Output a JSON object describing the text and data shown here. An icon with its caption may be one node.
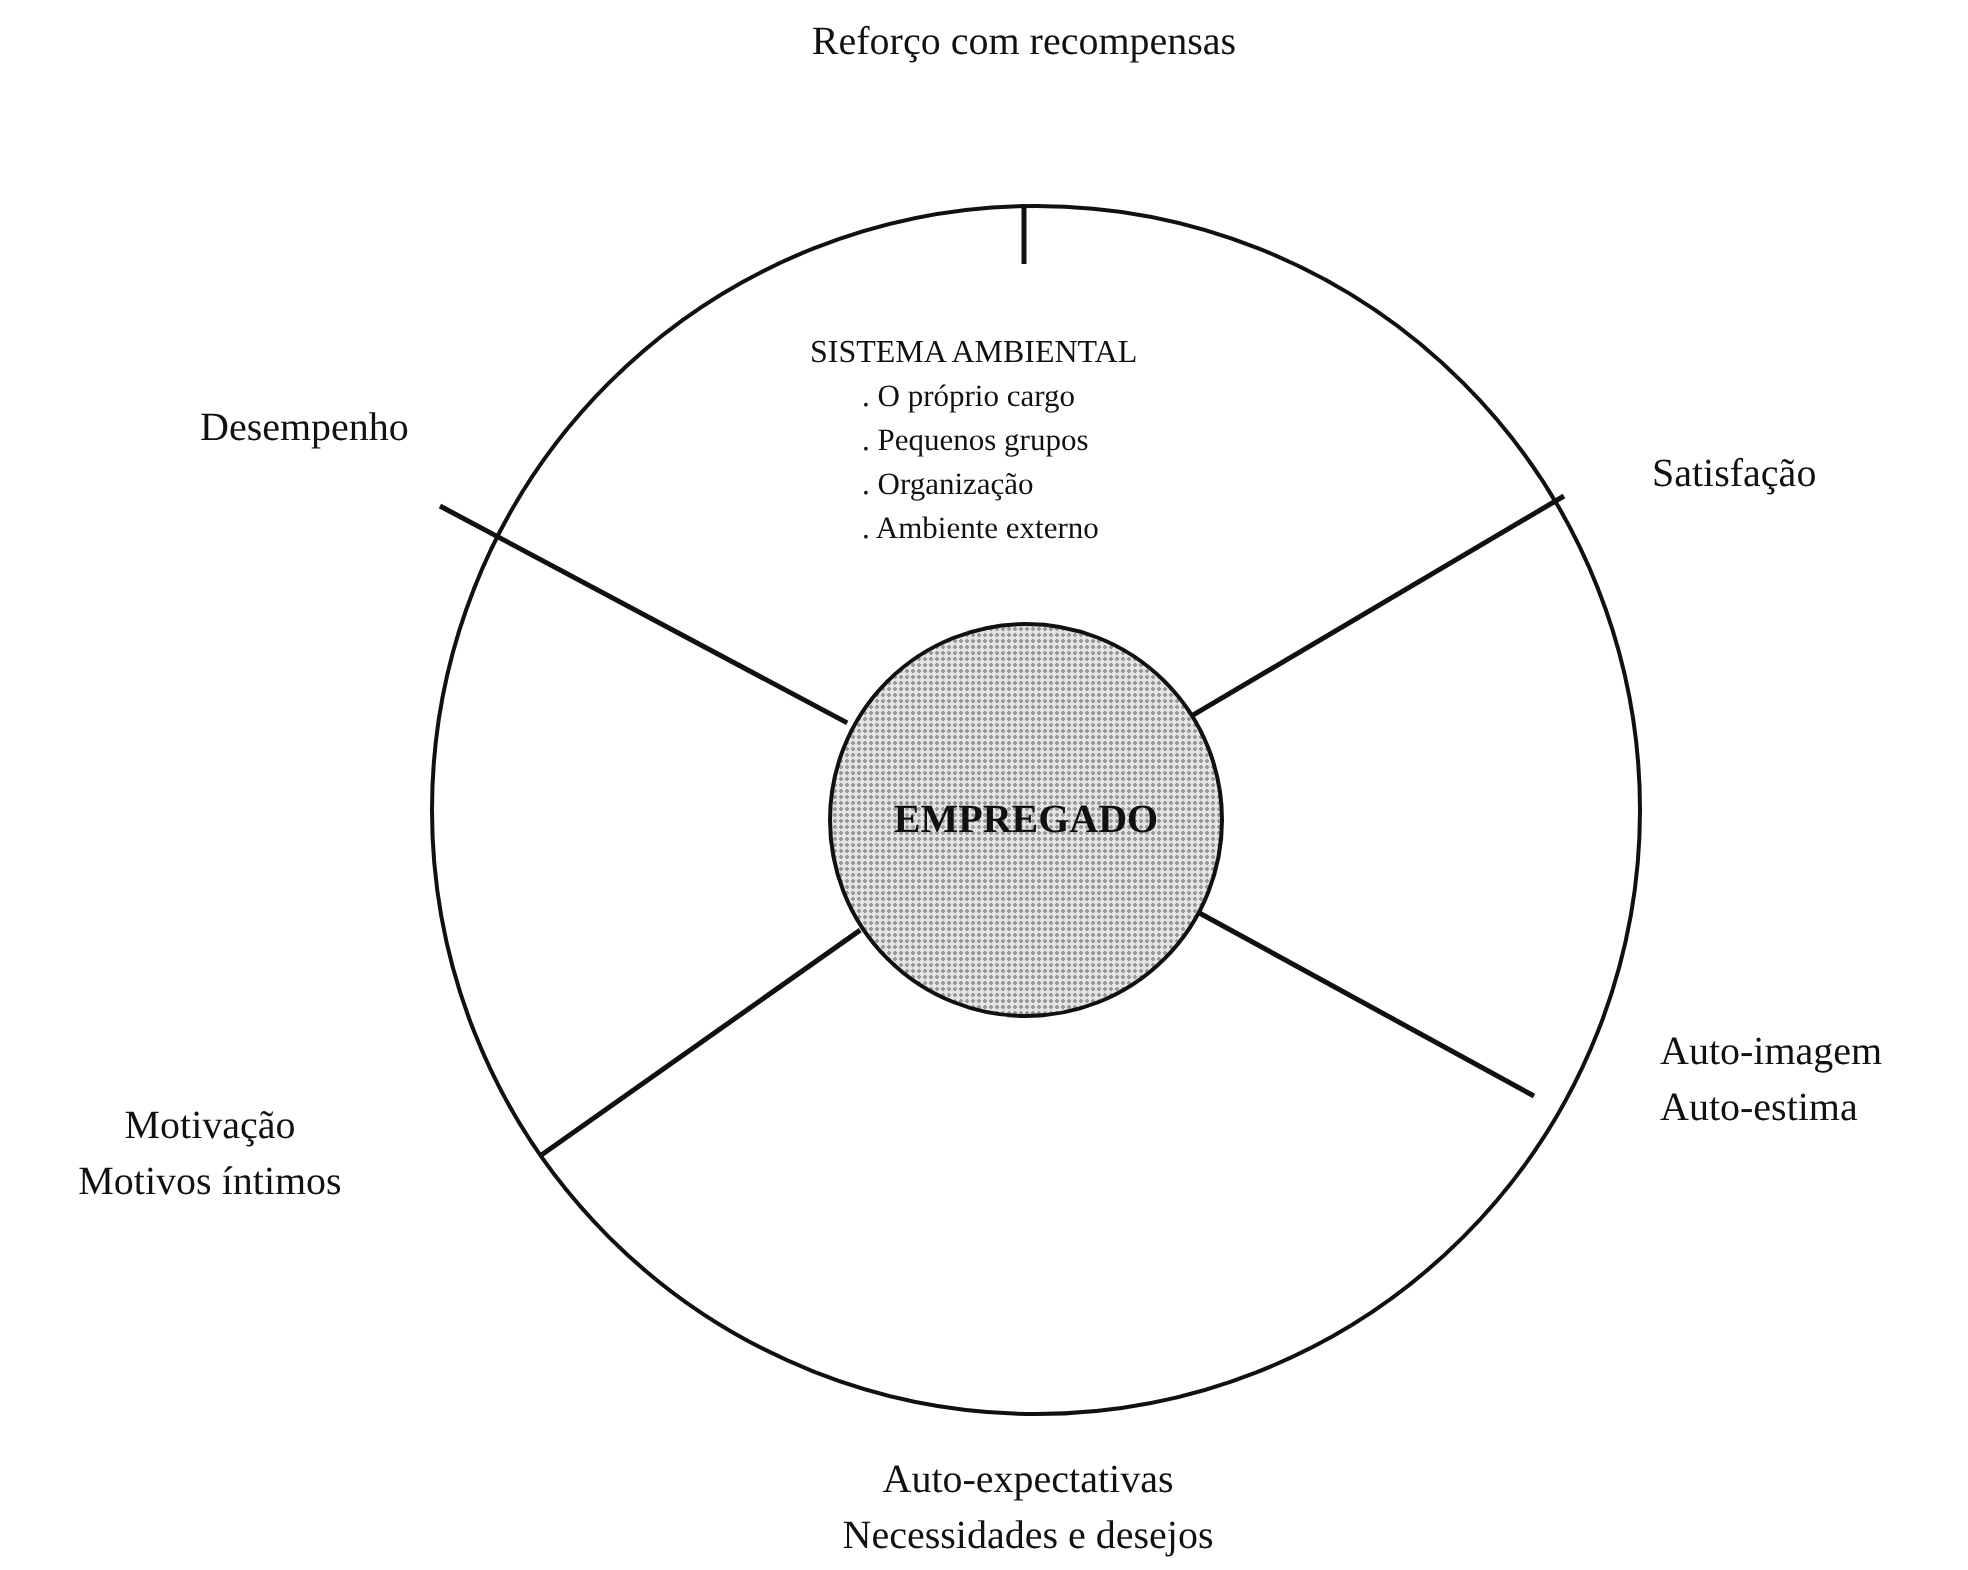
{
  "diagram": {
    "nodes": [
      {
        "text": [
          "SISTEMA AMBIENTAL",
          ". O próprio cargo",
          ". Pequenos grupos",
          ". Organização",
          ". Ambiente externo"
        ]
      },
      {
        "text": [
          "EMPREGADO"
        ],
        "in": 0
      }
    ],
    "labels": [
      "Reforço com recompensas",
      "Desempenho",
      "Satisfação",
      "Motivação",
      "Motivos íntimos",
      "Auto-imagem",
      "Auto-estima",
      "Auto-expectativas",
      "Necessidades e desejos"
    ]
  }
}
